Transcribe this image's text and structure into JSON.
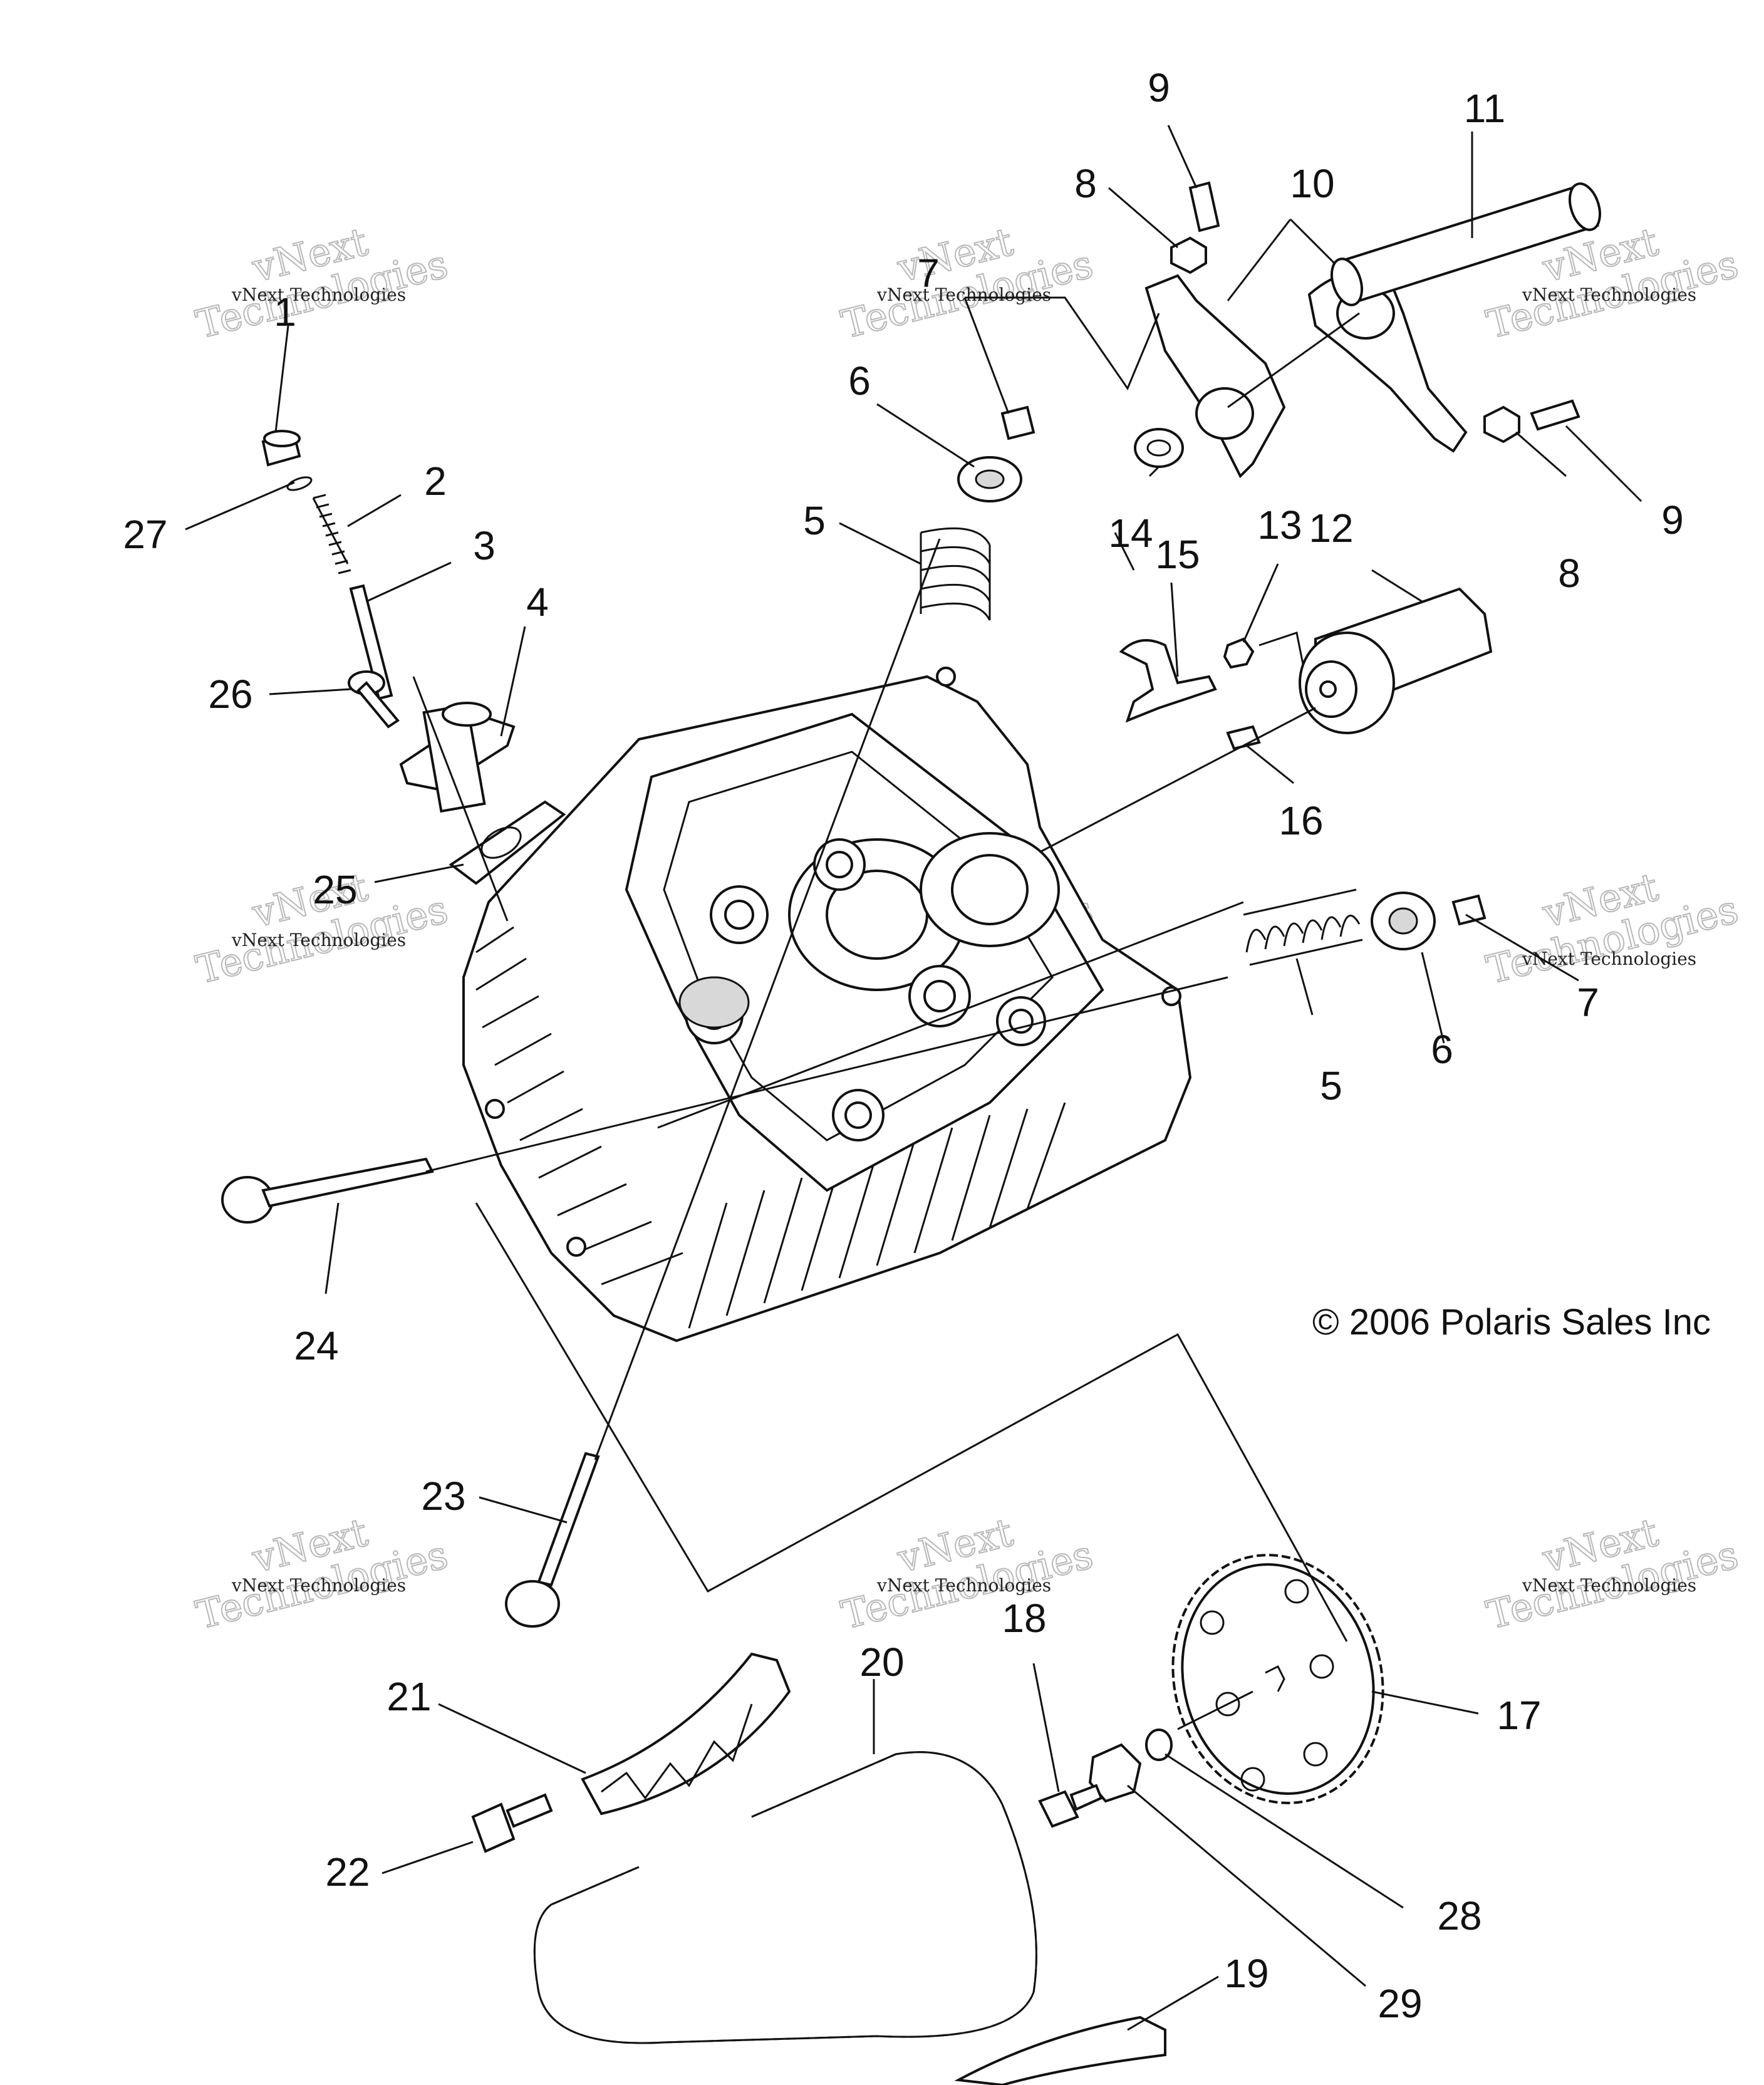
{
  "copyright": "© 2006 Polaris Sales Inc",
  "watermark": {
    "line1": "vNext",
    "line2": "Technologies",
    "small": "vNext Technologies"
  },
  "callouts": [
    {
      "id": "c1",
      "label": "1"
    },
    {
      "id": "c2",
      "label": "2"
    },
    {
      "id": "c3",
      "label": "3"
    },
    {
      "id": "c4",
      "label": "4"
    },
    {
      "id": "c5a",
      "label": "5"
    },
    {
      "id": "c5b",
      "label": "5"
    },
    {
      "id": "c6a",
      "label": "6"
    },
    {
      "id": "c6b",
      "label": "6"
    },
    {
      "id": "c7a",
      "label": "7"
    },
    {
      "id": "c7b",
      "label": "7"
    },
    {
      "id": "c8a",
      "label": "8"
    },
    {
      "id": "c8b",
      "label": "8"
    },
    {
      "id": "c9a",
      "label": "9"
    },
    {
      "id": "c9b",
      "label": "9"
    },
    {
      "id": "c10",
      "label": "10"
    },
    {
      "id": "c11",
      "label": "11"
    },
    {
      "id": "c12",
      "label": "12"
    },
    {
      "id": "c13",
      "label": "13"
    },
    {
      "id": "c14",
      "label": "14"
    },
    {
      "id": "c15",
      "label": "15"
    },
    {
      "id": "c16",
      "label": "16"
    },
    {
      "id": "c17",
      "label": "17"
    },
    {
      "id": "c18",
      "label": "18"
    },
    {
      "id": "c19",
      "label": "19"
    },
    {
      "id": "c20",
      "label": "20"
    },
    {
      "id": "c21",
      "label": "21"
    },
    {
      "id": "c22",
      "label": "22"
    },
    {
      "id": "c23",
      "label": "23"
    },
    {
      "id": "c24",
      "label": "24"
    },
    {
      "id": "c25",
      "label": "25"
    },
    {
      "id": "c26",
      "label": "26"
    },
    {
      "id": "c27",
      "label": "27"
    },
    {
      "id": "c28",
      "label": "28"
    },
    {
      "id": "c29",
      "label": "29"
    }
  ]
}
